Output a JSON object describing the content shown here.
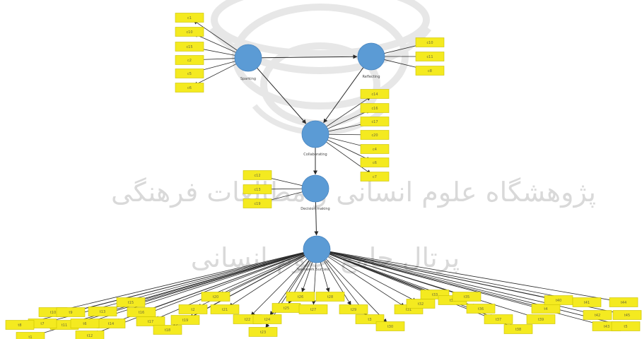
{
  "watermark": {
    "line1": "پژوهشگاه علوم انسانی و مطالعات فرهنگی",
    "line2": "پرتال جامع علوم انسانی"
  },
  "latent_variables": [
    {
      "id": "sparking",
      "label": "Sparking"
    },
    {
      "id": "reflecting",
      "label": "Reflecting"
    },
    {
      "id": "collaborating",
      "label": "Collaborating"
    },
    {
      "id": "decision",
      "label": "Decision making"
    },
    {
      "id": "teamwork",
      "label": "Teamwork Success"
    }
  ],
  "indicators": {
    "sparking": [
      "c1",
      "c10",
      "c15",
      "c2",
      "c5",
      "c6"
    ],
    "reflecting": [
      "c10",
      "c11",
      "c8"
    ],
    "collaborating": [
      "c14",
      "c16",
      "c17",
      "c20",
      "c4",
      "c6",
      "c7"
    ],
    "decision": [
      "c12",
      "c13",
      "c19"
    ],
    "teamwork": [
      "t1",
      "t10",
      "t11",
      "t12",
      "t13",
      "t14",
      "t15",
      "t16",
      "t17",
      "t18",
      "t19",
      "t2",
      "t20",
      "t21",
      "t22",
      "t23",
      "t24",
      "t25",
      "t26",
      "t27",
      "t28",
      "t29",
      "t3",
      "t30",
      "t31",
      "t32",
      "t33",
      "t34",
      "t35",
      "t36",
      "t37",
      "t38",
      "t39",
      "t4",
      "t40",
      "t41",
      "t42",
      "t43",
      "t44",
      "t45",
      "t5",
      "t6",
      "t7",
      "t8",
      "t9"
    ]
  },
  "paths": [
    {
      "from": "sparking",
      "to": "reflecting"
    },
    {
      "from": "sparking",
      "to": "collaborating"
    },
    {
      "from": "reflecting",
      "to": "collaborating"
    },
    {
      "from": "collaborating",
      "to": "decision"
    },
    {
      "from": "decision",
      "to": "teamwork"
    }
  ],
  "colors": {
    "latent_fill": "#5b9bd5",
    "indicator_fill": "#f4ea20",
    "indicator_stroke": "#c8c000",
    "arrow": "#2a2a2a"
  }
}
